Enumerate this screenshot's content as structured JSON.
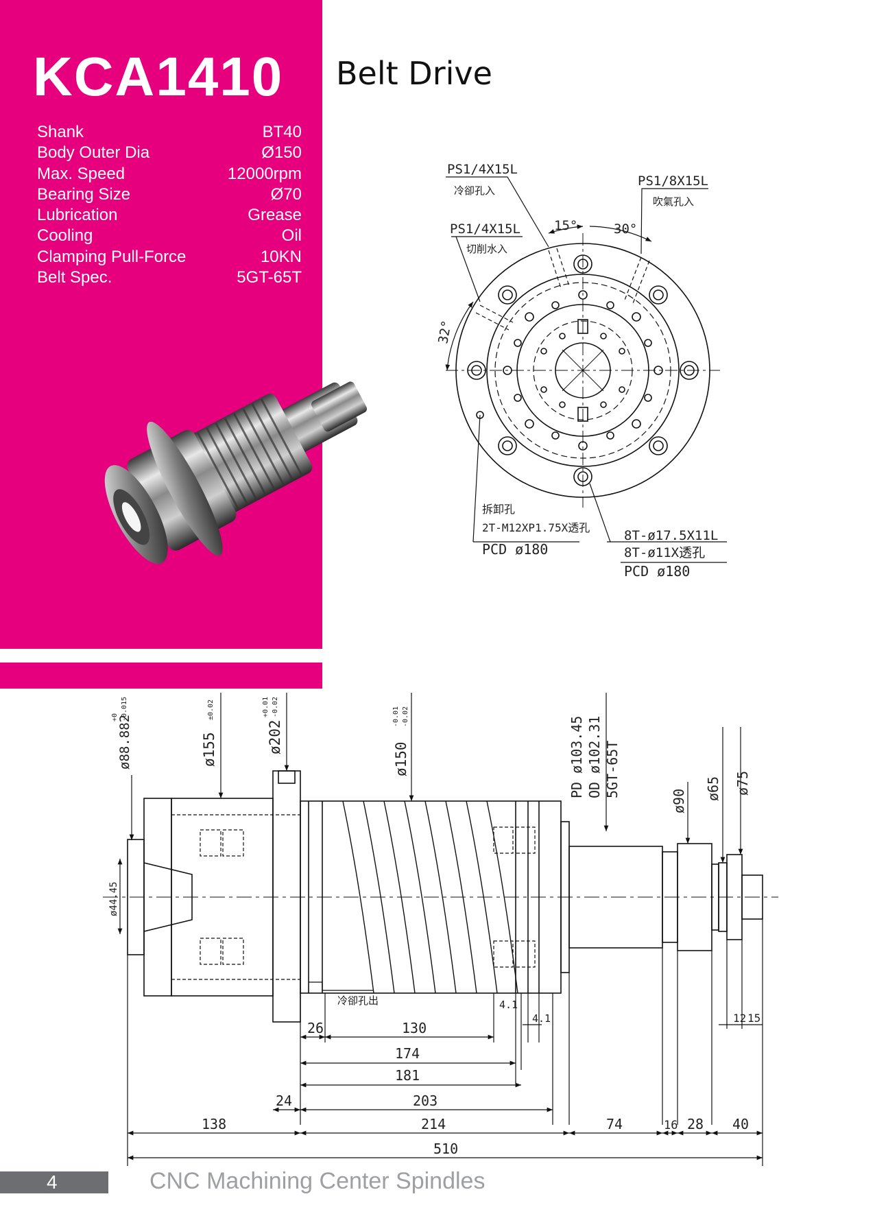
{
  "header": {
    "model": "KCA1410",
    "drive_type": "Belt Drive"
  },
  "specs": [
    {
      "label": "Shank",
      "value": "BT40"
    },
    {
      "label": "Body Outer Dia",
      "value": "Ø150"
    },
    {
      "label": "Max. Speed",
      "value": "12000rpm"
    },
    {
      "label": "Bearing Size",
      "value": "Ø70"
    },
    {
      "label": "Lubrication",
      "value": "Grease"
    },
    {
      "label": "Cooling",
      "value": "Oil"
    },
    {
      "label": "Clamping Pull-Force",
      "value": "10KN"
    },
    {
      "label": "Belt Spec.",
      "value": "5GT-65T"
    }
  ],
  "flange_view": {
    "coolant_in_spec": "PS1/4X15L",
    "coolant_in_label": "冷卻孔入",
    "cutting_water_spec": "PS1/4X15L",
    "cutting_water_label": "切削水入",
    "air_in_spec": "PS1/8X15L",
    "air_in_label": "吹氣孔入",
    "angle_15": "15°",
    "angle_30": "30°",
    "angle_32": "32°",
    "removal_label": "拆卸孔",
    "removal_spec": "2T-M12XP1.75X透孔",
    "removal_pcd": "PCD ø180",
    "mount_spec_1": "8T-ø17.5X11L",
    "mount_spec_2": "8T-ø11X透孔",
    "mount_pcd": "PCD ø180"
  },
  "side_view": {
    "dia_88": "ø88.882",
    "dia_88_tol_upper": "+0",
    "dia_88_tol_lower": "-0.015",
    "dia_155": "ø155",
    "dia_155_tol": "±0.02",
    "dia_202": "ø202",
    "dia_202_tol_upper": "+0.01",
    "dia_202_tol_lower": "-0.02",
    "dia_150": "ø150",
    "dia_150_tol_upper": "-0.01",
    "dia_150_tol_lower": "-0.02",
    "pulley_pd": "PD ø103.45",
    "pulley_od": "OD ø102.31",
    "belt_spec": "5GT-65T",
    "dia_90": "ø90",
    "dia_65": "ø65",
    "dia_75": "ø75",
    "dia_44": "ø44.45",
    "coolant_out_label": "冷卻孔出",
    "dims": {
      "d4_1a": "4.1",
      "d4_1b": "4.1",
      "d12": "12",
      "d15": "15",
      "d26": "26",
      "d130": "130",
      "d174": "174",
      "d181": "181",
      "d24": "24",
      "d203": "203",
      "d138": "138",
      "d214": "214",
      "d74": "74",
      "d16": "16",
      "d28": "28",
      "d40": "40",
      "d510": "510"
    }
  },
  "footer": {
    "page_number": "4",
    "title": "CNC Machining Center Spindles"
  },
  "colors": {
    "brand_magenta": "#e6007e",
    "footer_gray": "#6d6e71",
    "footer_text": "#9d9fa2"
  }
}
